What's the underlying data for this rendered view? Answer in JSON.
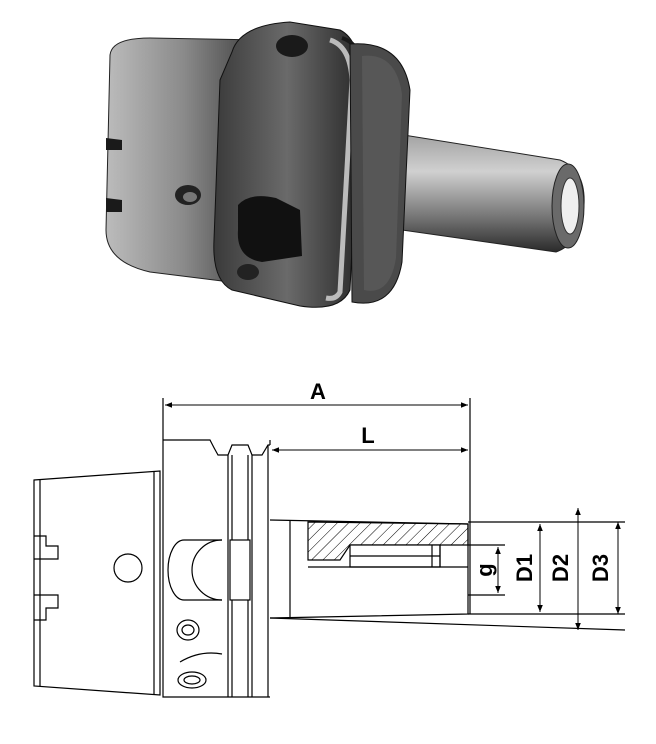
{
  "figure": {
    "dimensions": {
      "overall_length": "A",
      "projection_length": "L",
      "groove_depth": "g",
      "bore_diameter": "D1",
      "shank_diameter": "D2",
      "flange_diameter": "D3"
    }
  },
  "colors": {
    "line": "#000000",
    "background": "#ffffff",
    "body_dark": "#3a3a3a",
    "body_light": "#c8c8c8"
  }
}
